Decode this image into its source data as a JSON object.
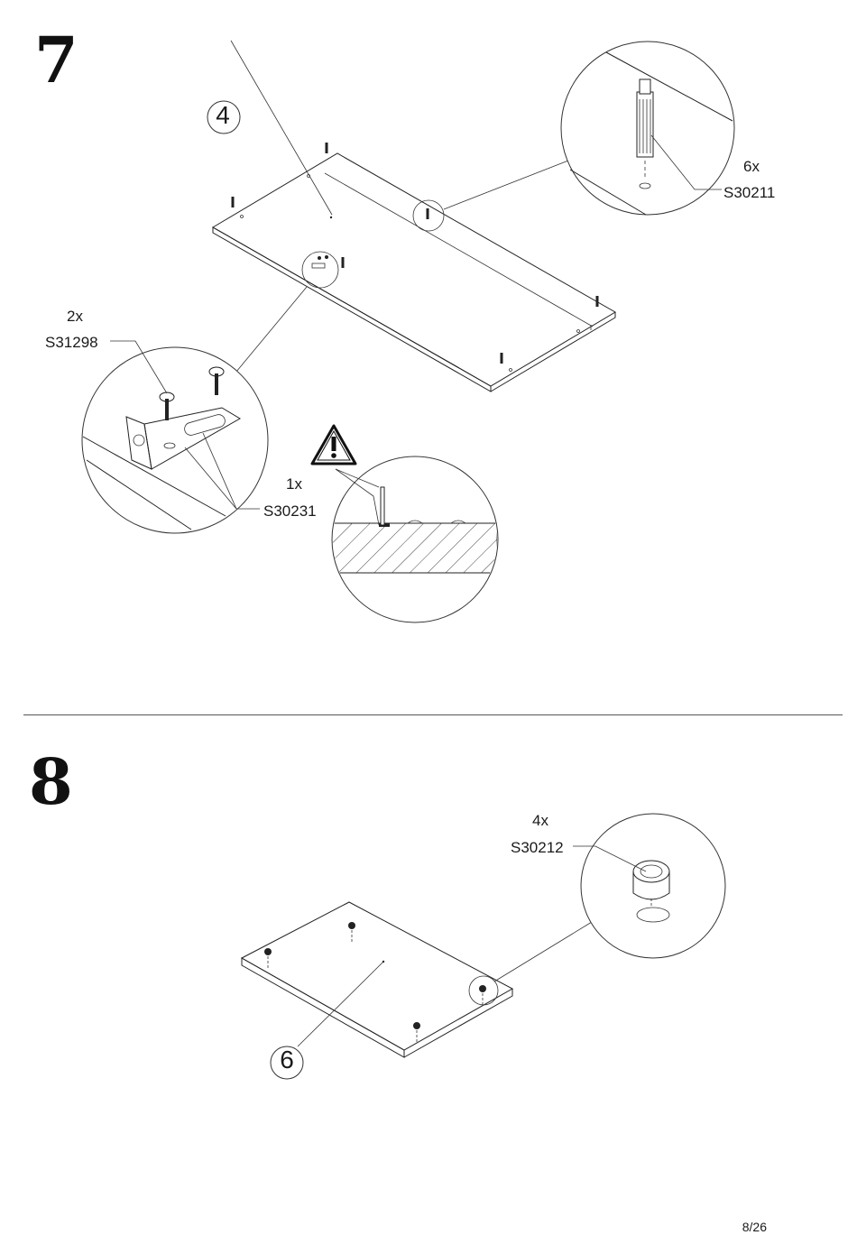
{
  "steps": [
    {
      "number": "7",
      "part_label": "4",
      "callouts": [
        {
          "qty": "6x",
          "code": "S30211"
        },
        {
          "qty": "2x",
          "code": "S31298"
        },
        {
          "qty": "1x",
          "code": "S30231"
        }
      ]
    },
    {
      "number": "8",
      "part_label": "6",
      "callouts": [
        {
          "qty": "4x",
          "code": "S30212"
        }
      ]
    }
  ],
  "page_number": "8/26",
  "icons": [
    "warning-triangle-icon"
  ]
}
